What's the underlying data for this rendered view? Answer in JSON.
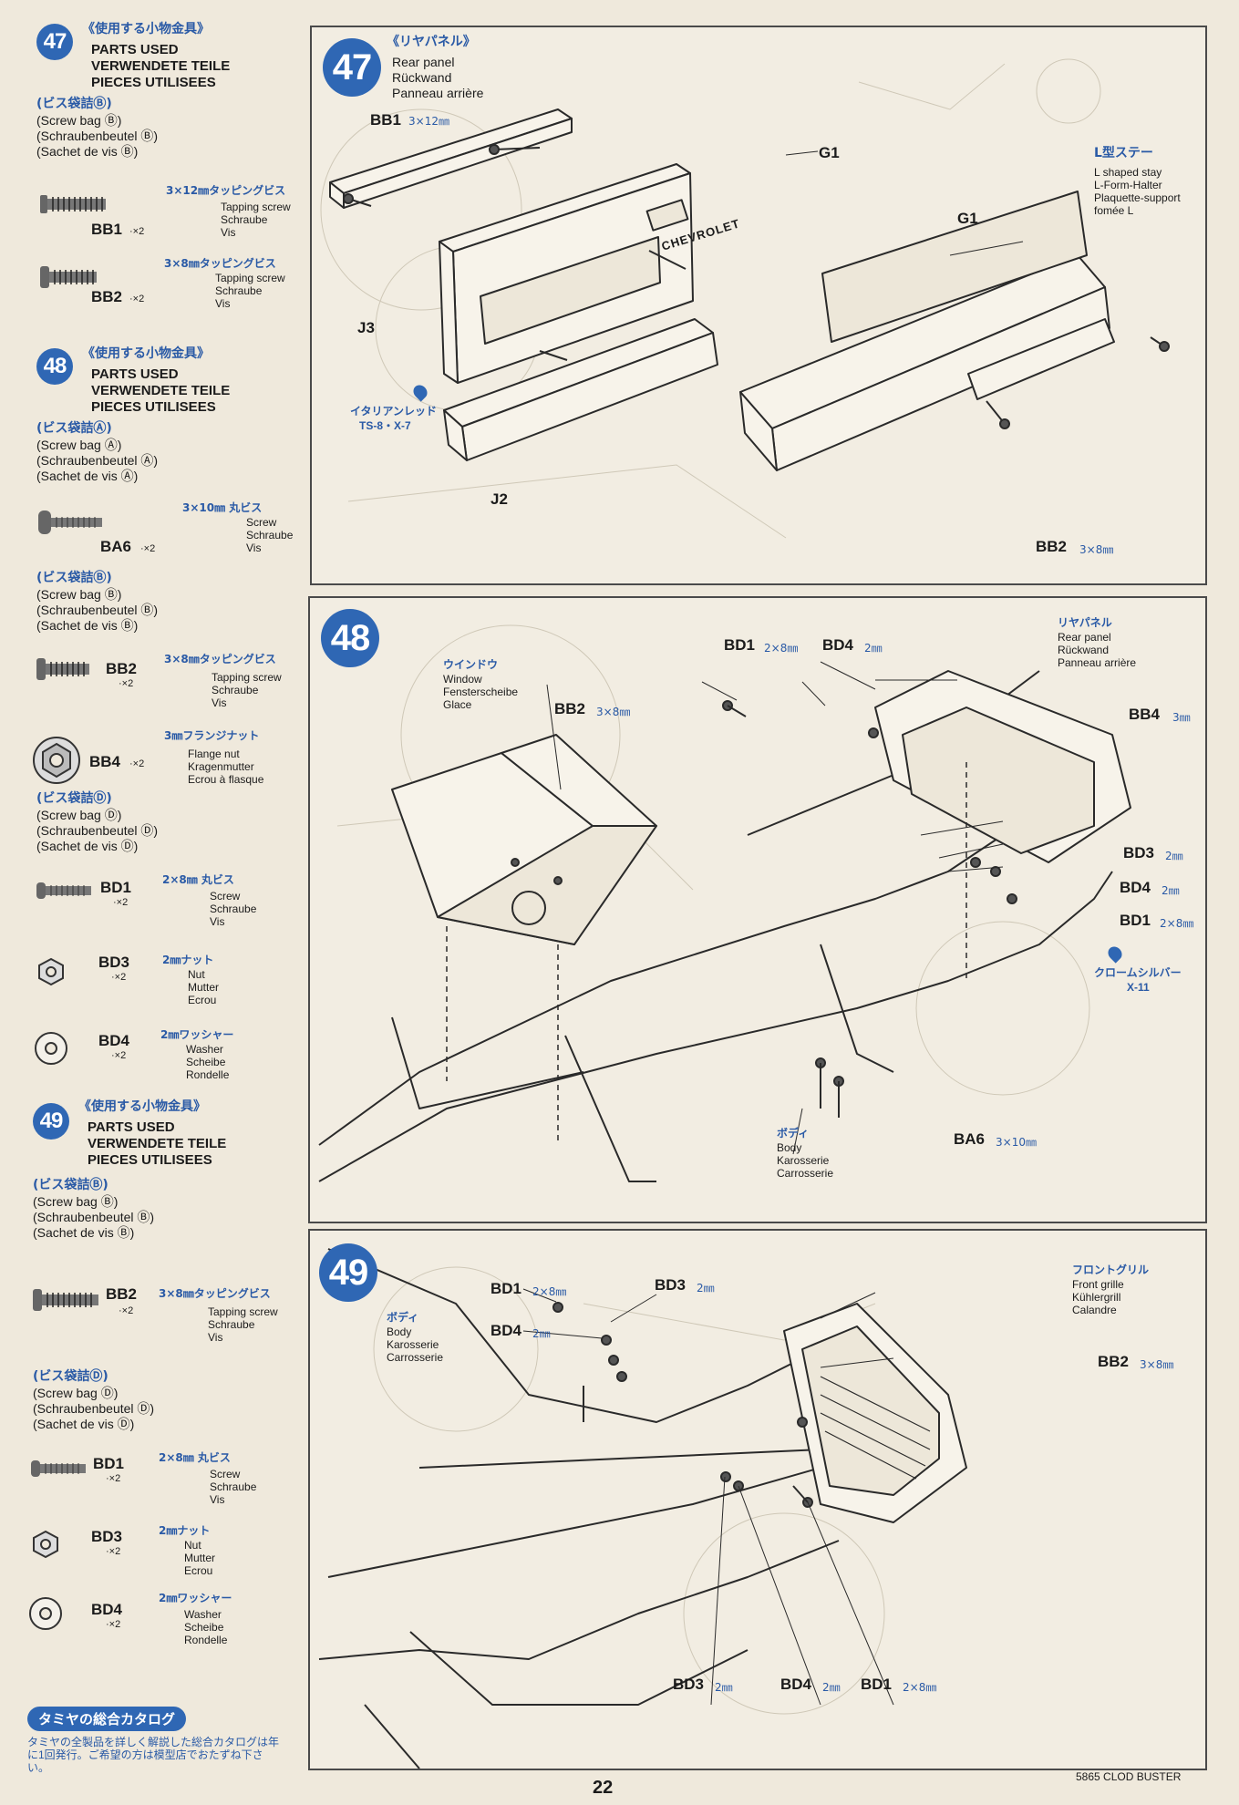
{
  "sidebar": {
    "step47": {
      "num": "47",
      "head_jp": "《使用する小物金具》",
      "head": "PARTS USED\nVERWENDETE TEILE\nPIECES UTILISEES",
      "bag_jp": "(ビス袋詰Ⓑ)",
      "bag": "(Screw bag Ⓑ)\n(Schraubenbeutel Ⓑ)\n(Sachet de vis Ⓑ)",
      "parts": [
        {
          "code": "BB1",
          "qty": "·×2",
          "jp": "3×12㎜タッピングビス",
          "desc": "Tapping screw\nSchraube\nVis"
        },
        {
          "code": "BB2",
          "qty": "·×2",
          "jp": "3×8㎜タッピングビス",
          "desc": "Tapping screw\nSchraube\nVis"
        }
      ]
    },
    "step48": {
      "num": "48",
      "head_jp": "《使用する小物金具》",
      "head": "PARTS USED\nVERWENDETE TEILE\nPIECES UTILISEES",
      "bagA_jp": "(ビス袋詰Ⓐ)",
      "bagA": "(Screw bag Ⓐ)\n(Schraubenbeutel Ⓐ)\n(Sachet de vis Ⓐ)",
      "ba6": {
        "code": "BA6",
        "qty": "·×2",
        "jp": "3×10㎜ 丸ビス",
        "desc": "Screw\nSchraube\nVis"
      },
      "bagB_jp": "(ビス袋詰Ⓑ)",
      "bagB": "(Screw bag Ⓑ)\n(Schraubenbeutel Ⓑ)\n(Sachet de vis Ⓑ)",
      "bb2": {
        "code": "BB2",
        "qty": "·×2",
        "jp": "3×8㎜タッピングビス",
        "desc": "Tapping screw\nSchraube\nVis"
      },
      "bb4": {
        "code": "BB4",
        "qty": "·×2",
        "jp": "3㎜フランジナット",
        "desc": "Flange nut\nKragenmutter\nEcrou à flasque"
      },
      "bagD_jp": "(ビス袋詰Ⓓ)",
      "bagD": "(Screw bag Ⓓ)\n(Schraubenbeutel Ⓓ)\n(Sachet de vis Ⓓ)",
      "bd1": {
        "code": "BD1",
        "qty": "·×2",
        "jp": "2×8㎜ 丸ビス",
        "desc": "Screw\nSchraube\nVis"
      },
      "bd3": {
        "code": "BD3",
        "qty": "·×2",
        "jp": "2㎜ナット",
        "desc": "Nut\nMutter\nEcrou"
      },
      "bd4": {
        "code": "BD4",
        "qty": "·×2",
        "jp": "2㎜ワッシャー",
        "desc": "Washer\nScheibe\nRondelle"
      }
    },
    "step49": {
      "num": "49",
      "head_jp": "《使用する小物金具》",
      "head": "PARTS USED\nVERWENDETE TEILE\nPIECES UTILISEES",
      "bagB_jp": "(ビス袋詰Ⓑ)",
      "bagB": "(Screw bag Ⓑ)\n(Schraubenbeutel Ⓑ)\n(Sachet de vis Ⓑ)",
      "bb2": {
        "code": "BB2",
        "qty": "·×2",
        "jp": "3×8㎜タッピングビス",
        "desc": "Tapping screw\nSchraube\nVis"
      },
      "bagD_jp": "(ビス袋詰Ⓓ)",
      "bagD": "(Screw bag Ⓓ)\n(Schraubenbeutel Ⓓ)\n(Sachet de vis Ⓓ)",
      "bd1": {
        "code": "BD1",
        "qty": "·×2",
        "jp": "2×8㎜ 丸ビス",
        "desc": "Screw\nSchraube\nVis"
      },
      "bd3": {
        "code": "BD3",
        "qty": "·×2",
        "jp": "2㎜ナット",
        "desc": "Nut\nMutter\nEcrou"
      },
      "bd4": {
        "code": "BD4",
        "qty": "·×2",
        "jp": "2㎜ワッシャー",
        "desc": "Washer\nScheibe\nRondelle"
      }
    },
    "catalog_btn": "タミヤの総合カタログ",
    "catalog_text": "タミヤの全製品を詳しく解説した総合カタログは年に1回発行。ご希望の方は模型店でおたずね下さい。"
  },
  "panel47": {
    "num": "47",
    "title_jp": "《リヤパネル》",
    "title": "Rear panel\nRückwand\nPanneau arrière",
    "bb1": "BB1",
    "bb1_size": "3×12㎜",
    "g1a": "G1",
    "g1b": "G1",
    "lstay_jp": "L型ステー",
    "lstay": "L shaped stay\nL-Form-Halter\nPlaquette-support\nfomée L",
    "j3": "J3",
    "j2": "J2",
    "paint_jp": "イタリアンレッド",
    "paint_code": "TS-8・X-7",
    "bb2": "BB2",
    "bb2_size": "3×8㎜",
    "chevrolet": "CHEVROLET"
  },
  "panel48": {
    "num": "48",
    "window_jp": "ウインドウ",
    "window": "Window\nFensterscheibe\nGlace",
    "bb2": "BB2",
    "bb2_size": "3×8㎜",
    "bd1_top": "BD1",
    "bd1_top_size": "2×8㎜",
    "bd4_top": "BD4",
    "bd4_top_size": "2㎜",
    "rear_jp": "リヤパネル",
    "rear": "Rear panel\nRückwand\nPanneau arrière",
    "bb4": "BB4",
    "bb4_size": "3㎜",
    "bd3": "BD3",
    "bd3_size": "2㎜",
    "bd4": "BD4",
    "bd4_size": "2㎜",
    "bd1": "BD1",
    "bd1_size": "2×8㎜",
    "paint_jp": "クロームシルバー",
    "paint_code": "X-11",
    "body_jp": "ボディ",
    "body": "Body\nKarosserie\nCarrosserie",
    "ba6": "BA6",
    "ba6_size": "3×10㎜"
  },
  "panel49": {
    "num": "49",
    "body_jp": "ボディ",
    "body": "Body\nKarosserie\nCarrosserie",
    "bd1_top": "BD1",
    "bd1_top_size": "2×8㎜",
    "bd3_top": "BD3",
    "bd3_top_size": "2㎜",
    "bd4_top": "BD4",
    "bd4_top_size": "2㎜",
    "grille_jp": "フロントグリル",
    "grille": "Front grille\nKühlergrill\nCalandre",
    "bb2": "BB2",
    "bb2_size": "3×8㎜",
    "bd3_bot": "BD3",
    "bd3_bot_size": "2㎜",
    "bd4_bot": "BD4",
    "bd4_bot_size": "2㎜",
    "bd1_bot": "BD1",
    "bd1_bot_size": "2×8㎜"
  },
  "footer": {
    "page": "22",
    "model": "5865 CLOD BUSTER"
  }
}
